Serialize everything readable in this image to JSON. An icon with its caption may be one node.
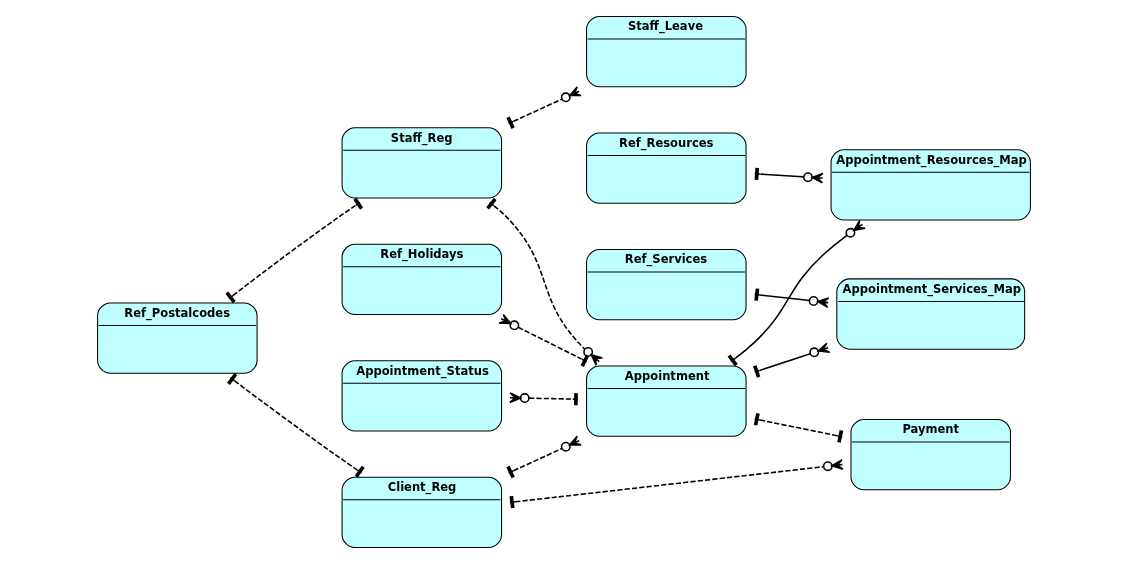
{
  "diagram": {
    "nodes": [
      {
        "text": [
          "Ref_Postalcodes"
        ]
      },
      {
        "text": [
          "Staff_Reg"
        ]
      },
      {
        "text": [
          "Staff_Leave"
        ]
      },
      {
        "text": [
          "Ref_Holidays"
        ]
      },
      {
        "text": [
          "Client_Reg"
        ]
      },
      {
        "text": [
          "Appointment"
        ]
      },
      {
        "text": [
          "Appointment_Resources_Map"
        ]
      },
      {
        "text": [
          "Ref_Resources"
        ]
      },
      {
        "text": [
          "Appointment_Status"
        ]
      },
      {
        "text": [
          "Appointment_Services_Map"
        ]
      },
      {
        "text": [
          "Payment"
        ]
      },
      {
        "text": [
          "Ref_Services"
        ]
      }
    ],
    "edges": [
      {
        "from": 0,
        "to": 1,
        "arrow": "other",
        "style": "dashed"
      },
      {
        "from": 1,
        "to": 2,
        "arrow": "other",
        "style": "dashed"
      },
      {
        "from": 0,
        "to": 4,
        "arrow": "other",
        "style": "dashed"
      },
      {
        "from": 1,
        "to": 5,
        "arrow": "other",
        "style": "dashed"
      },
      {
        "from": 3,
        "to": 5,
        "arrow": "other",
        "style": "dashed"
      },
      {
        "from": 4,
        "to": 5,
        "arrow": "other",
        "style": "dashed"
      },
      {
        "from": 5,
        "to": 6,
        "arrow": "other"
      },
      {
        "from": 7,
        "to": 6,
        "arrow": "other"
      },
      {
        "from": 8,
        "to": 5,
        "arrow": "other",
        "style": "dashed"
      },
      {
        "from": 5,
        "to": 9,
        "arrow": "other"
      },
      {
        "from": 11,
        "to": 9,
        "arrow": "other"
      },
      {
        "from": 5,
        "to": 10,
        "arrow": "other",
        "style": "dashed"
      },
      {
        "from": 4,
        "to": 10,
        "arrow": "other",
        "style": "dashed"
      }
    ]
  }
}
